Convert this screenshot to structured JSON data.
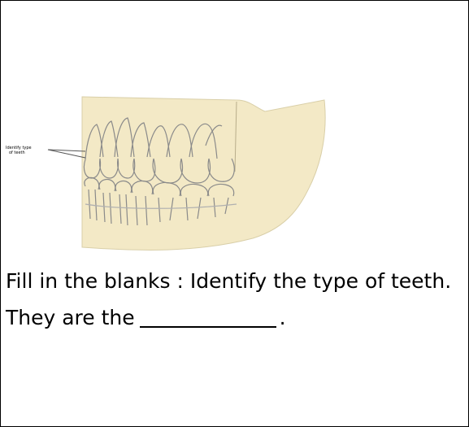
{
  "figure": {
    "callout_label_line1": "Identify type",
    "callout_label_line2": "of teeth",
    "colors": {
      "bone": "#f3e9c6",
      "outline": "#8a8a8a",
      "text": "#000000"
    }
  },
  "question": {
    "text_part1": "Fill in the blanks : Identify the type of teeth. They are the",
    "text_end": "."
  }
}
